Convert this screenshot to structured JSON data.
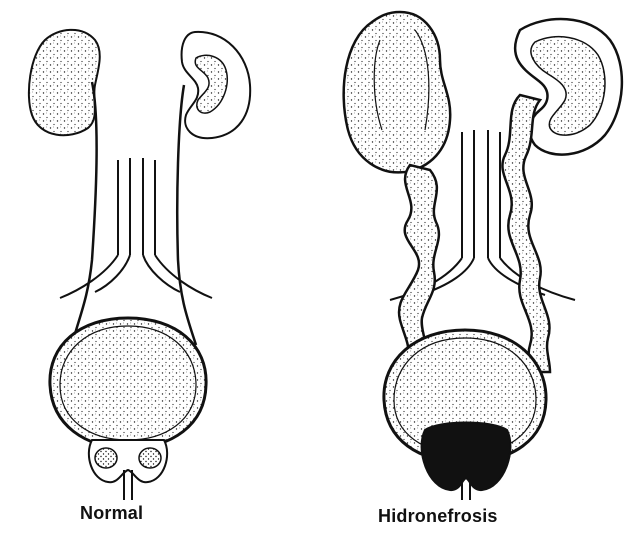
{
  "labels": {
    "normal": "Normal",
    "hydronephrosis": "Hidronefrosis"
  },
  "colors": {
    "ink": "#111111",
    "paper": "#ffffff",
    "tissue": "#f4f4f4"
  },
  "icons": {
    "left_panel": "normal-urinary-tract-illustration",
    "right_panel": "hydronephrosis-urinary-tract-illustration"
  }
}
